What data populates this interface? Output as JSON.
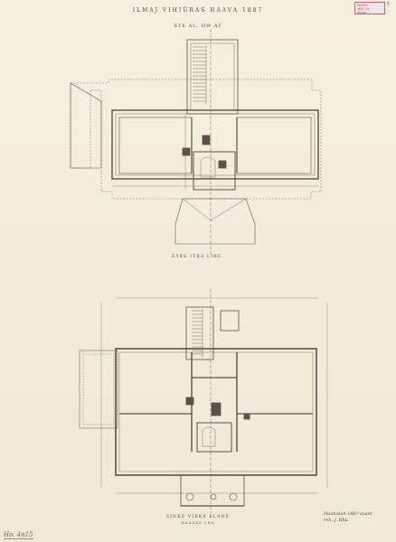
{
  "title": "ILMAJ VIHIÜRAS HAAVA 1887",
  "subtitle": "ETE AL. HW AT",
  "upper_plan_caption": "EYKS ITRA LIKE.",
  "lower_plan_caption": "SINKE VIKKA KLAHE",
  "lower_plan_subcaption": "MAAGAS LNA",
  "stamp": {
    "line1": "MUSEO",
    "line2": "1887-14",
    "line3": "Hoeaa"
  },
  "stamp_number": "5",
  "archive_mark": "Ho. 4n15",
  "signature": {
    "line1": "Hauholan 188? avast",
    "line2": "reh. J. Rhu."
  },
  "colors": {
    "paper": "#f3ecdc",
    "ink": "#4a4036",
    "stamp": "#b86a7a"
  }
}
